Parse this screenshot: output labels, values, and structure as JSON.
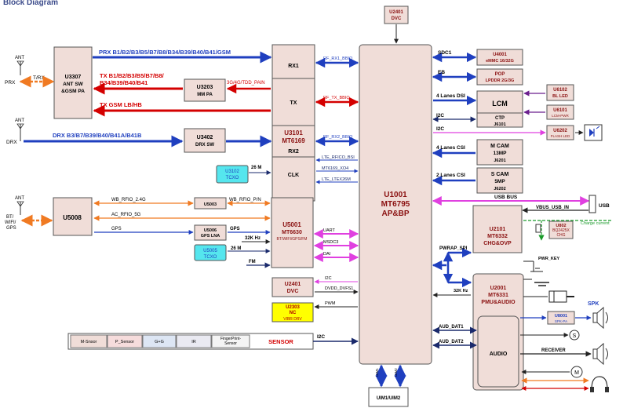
{
  "header": {
    "title": "Block Diagram"
  },
  "colors": {
    "block_fill": "#f0ddd8",
    "block_stroke": "#555555",
    "cyan": "#55e6ee",
    "yellow": "#ffff00",
    "blue": "#1f3fbf",
    "red": "#d40000",
    "orange": "#f07a22",
    "magenta": "#e040e0",
    "purple": "#6b1f8e",
    "green": "#1a9a2a",
    "darkred": "#b00000"
  },
  "labels": {
    "ant1": "ANT",
    "trx": "T/RX",
    "prx": "PRX",
    "ant2": "ANT",
    "drx": "DRX",
    "ant3": "ANT",
    "bt_wifi_gps": "BT/\nWIFI/\nGPS",
    "prx_bands": "PRX B1/B2/B3/B5/B7/B8/B34/B39/B40/B41/GSM",
    "tx_bands_1": "TX B1/B2/B3/B5/B7/B8/",
    "tx_bands_2": "B34/B39/B40/B41",
    "tx_gsm": "TX GSM LB/HB",
    "drx_bands": "DRX B3/B7/B39/B40/B41A/B41B",
    "tdd_pain": "3G/4G/TDD_PAIN",
    "rf_rx1": "RF_RX1_BBIQ",
    "rf_tx": "RF_TX_BBIQ",
    "rf_rx2": "RF_RX2_BBIQ",
    "lte_rfico": "LTE_RFICO_BSI",
    "mt6169_xo4": "MT6169_XO4",
    "lte_ltex": "LTE_LTEX26M",
    "m26_1": "26 M",
    "m26_2": "26 M",
    "wb_rfio": "WB_RFIO_2.4G",
    "wb_rfio_pn": "WB_RFIO_P/N",
    "ac_rfio": "AC_RFIO_5G",
    "gps1": "GPS",
    "gps2": "GPS",
    "k32_1": "32K Hz",
    "k32_2": "32K Hz",
    "fm": "FM",
    "uart": "UART",
    "msdc3": "MSDC3",
    "dai": "DAI",
    "i2c_dvc": "I2C",
    "dvdd": "DVDD_DVFS1",
    "pwm": "PWM",
    "i2c_sensor": "I2C",
    "sdc1": "SDC1",
    "eb": "EB",
    "lanes_dsi": "4 Lanes DSI",
    "i2c_lcm": "I2C",
    "i2c_flash": "I2C",
    "lanes_csi4": "4 Lanes CSI",
    "lanes_csi2": "2 Lanes CSI",
    "usb_bus": "USB BUS",
    "vbus": "VBUS_USB_IN",
    "usb": "USB",
    "charge_current": "Charge current",
    "pwrap": "PWRAP_SPI",
    "pwr_key": "PWR_KEY",
    "aud_dat1": "AUD_DAT1",
    "aud_dat2": "AUD_DAT2",
    "receiver": "RECEIVER",
    "spk": "SPK",
    "uim1": "UIM1",
    "uim2": "UIM2"
  },
  "blocks": {
    "u3307": {
      "l1": "U3307",
      "l2": "ANT SW",
      "l3": "&GSM  PA"
    },
    "u3203": {
      "l1": "U3203",
      "l2": "MM PA"
    },
    "u3402": {
      "l1": "U3402",
      "l2": "DRX SW"
    },
    "u3101": {
      "rx1": "RX1",
      "tx": "TX",
      "l1": "U3101",
      "l2": "MT6169",
      "rx2": "RX2",
      "clk": "CLK"
    },
    "u3102": {
      "l1": "U3102",
      "l2": "TCXO"
    },
    "u5008": {
      "l1": "U5008"
    },
    "u5003": {
      "l1": "U5003"
    },
    "u5006": {
      "l1": "U5006",
      "l2": "GPS LNA"
    },
    "u5005": {
      "l1": "U5005",
      "l2": "TCXO"
    },
    "u5001": {
      "l1": "U5001",
      "l2": "MT6630",
      "l3": "BT/WIFI/GPS/FM"
    },
    "u2401a": {
      "l1": "U2401",
      "l2": "DVC"
    },
    "u2303": {
      "l1": "U2303",
      "l2": "NC",
      "l3": "VIBR DRV"
    },
    "u2401b": {
      "l1": "U2401",
      "l2": "DVC"
    },
    "u1001": {
      "l1": "U1001",
      "l2": "MT6795",
      "l3": "AP&BP"
    },
    "uim": {
      "l1": "UIM1/UIM2"
    },
    "u4001": {
      "l1": "U4001",
      "l2": "eMMC 16/32G"
    },
    "pop": {
      "l1": "POP",
      "l2": "LPDDR 2G/3G"
    },
    "lcm": {
      "l1": "LCM",
      "l2": "CTP",
      "l3": "J6101"
    },
    "u6102": {
      "l1": "U6102",
      "l2": "BL LED"
    },
    "u6101": {
      "l1": "U6101",
      "l2": "LCM-PWR"
    },
    "u6202": {
      "l1": "U6202",
      "l2": "FLASH LED"
    },
    "mcam": {
      "l1": "M CAM",
      "l2": "13MP",
      "l3": "J6201"
    },
    "scam": {
      "l1": "S CAM",
      "l2": "5MP",
      "l3": "J6202"
    },
    "u2101": {
      "l1": "U2101",
      "l2": "MT6332",
      "l3": "CHG&OVP"
    },
    "u802": {
      "l1": "U802",
      "l2": "BQ2425X",
      "l3": "CHG"
    },
    "u2001": {
      "l1": "U2001",
      "l2": "MT6331",
      "l3": "PMU&AUDIO",
      "audio": "AUDIO"
    },
    "u8001": {
      "l1": "U8001",
      "l2": "SPK-PA"
    }
  },
  "sensors": {
    "items": [
      "M-Snsor",
      "P_Sensor",
      "G+G",
      "IR",
      "FingerPrint-\nSensor"
    ],
    "label": "SENSOR"
  }
}
